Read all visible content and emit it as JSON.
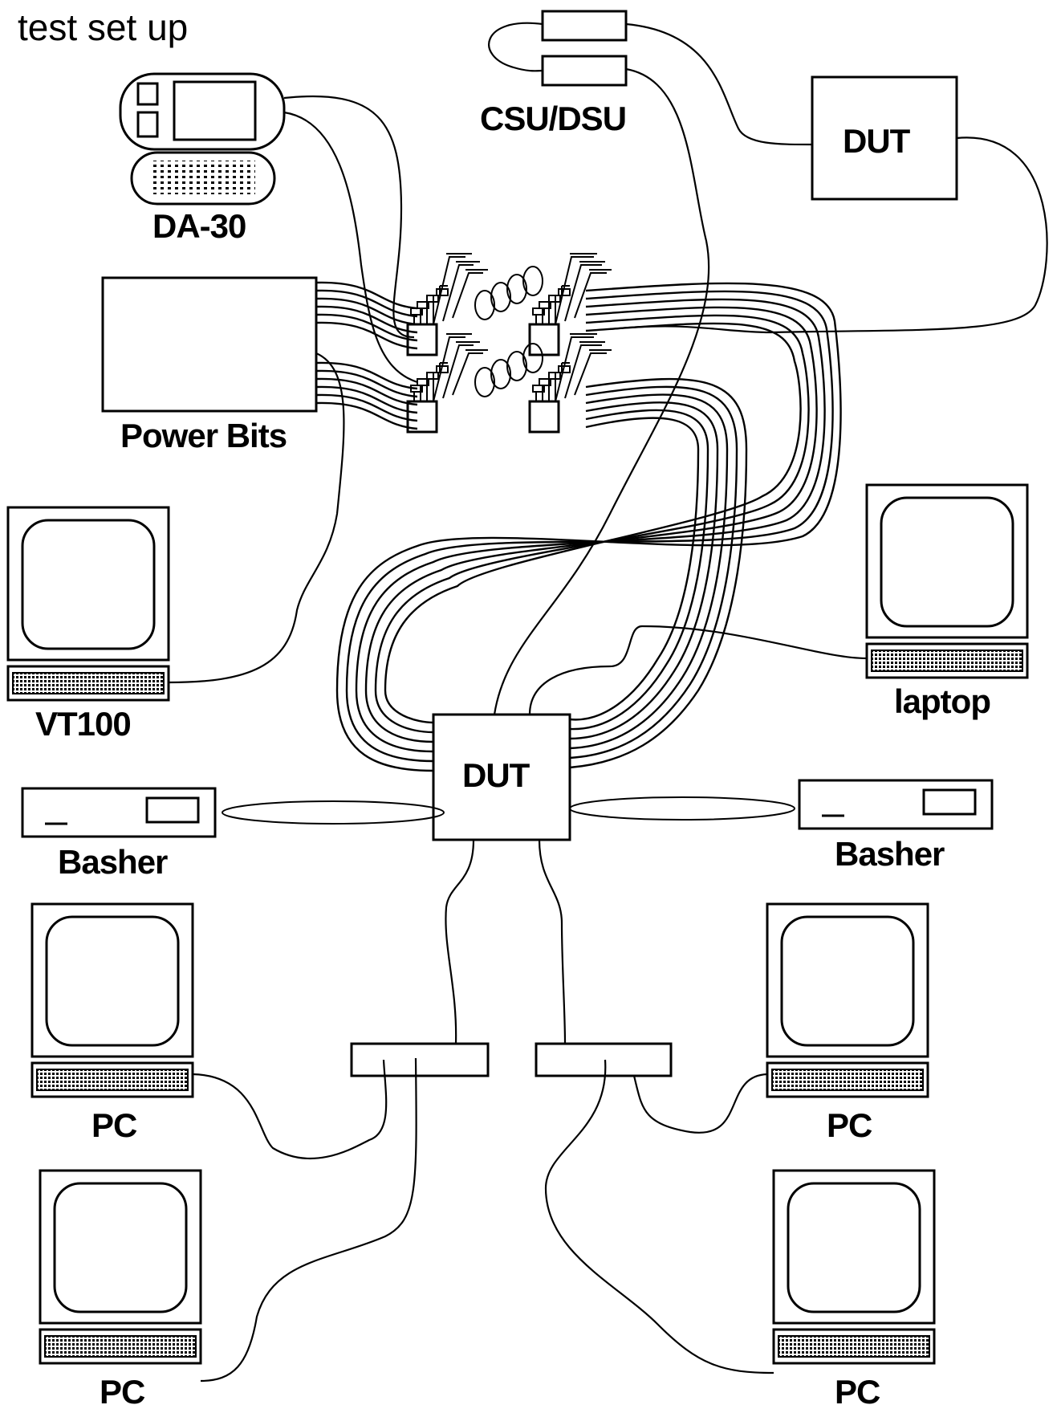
{
  "diagram": {
    "title": "test set up",
    "devices": {
      "da30": "DA-30",
      "csu_dsu": "CSU/DSU",
      "dut_top": "DUT",
      "power_bits": "Power Bits",
      "vt100": "VT100",
      "laptop": "laptop",
      "dut_center": "DUT",
      "basher_left": "Basher",
      "basher_right": "Basher",
      "pc_left_upper": "PC",
      "pc_right_upper": "PC",
      "pc_left_lower": "PC",
      "pc_right_lower": "PC"
    }
  }
}
